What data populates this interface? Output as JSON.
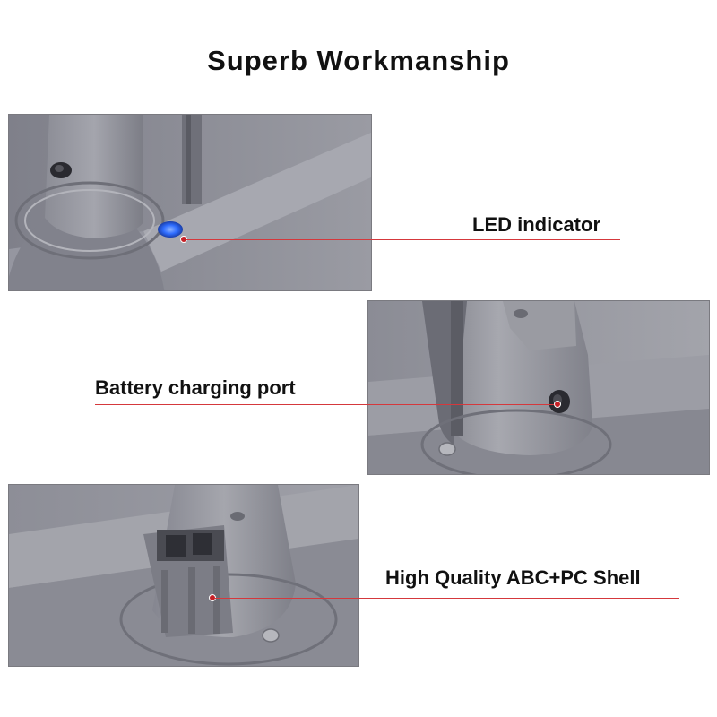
{
  "header": {
    "title": "Superb Workmanship"
  },
  "callouts": {
    "led": "LED indicator",
    "port": "Battery charging port",
    "shell": "High Quality ABC+PC Shell"
  },
  "colors": {
    "callout_line": "#d5383c",
    "led_glow": "#2f6dff",
    "battery_grey": "#8d8e97"
  },
  "icons": {
    "led": "blue-led-icon",
    "port": "charging-port-icon",
    "shell": "battery-shell-image"
  }
}
